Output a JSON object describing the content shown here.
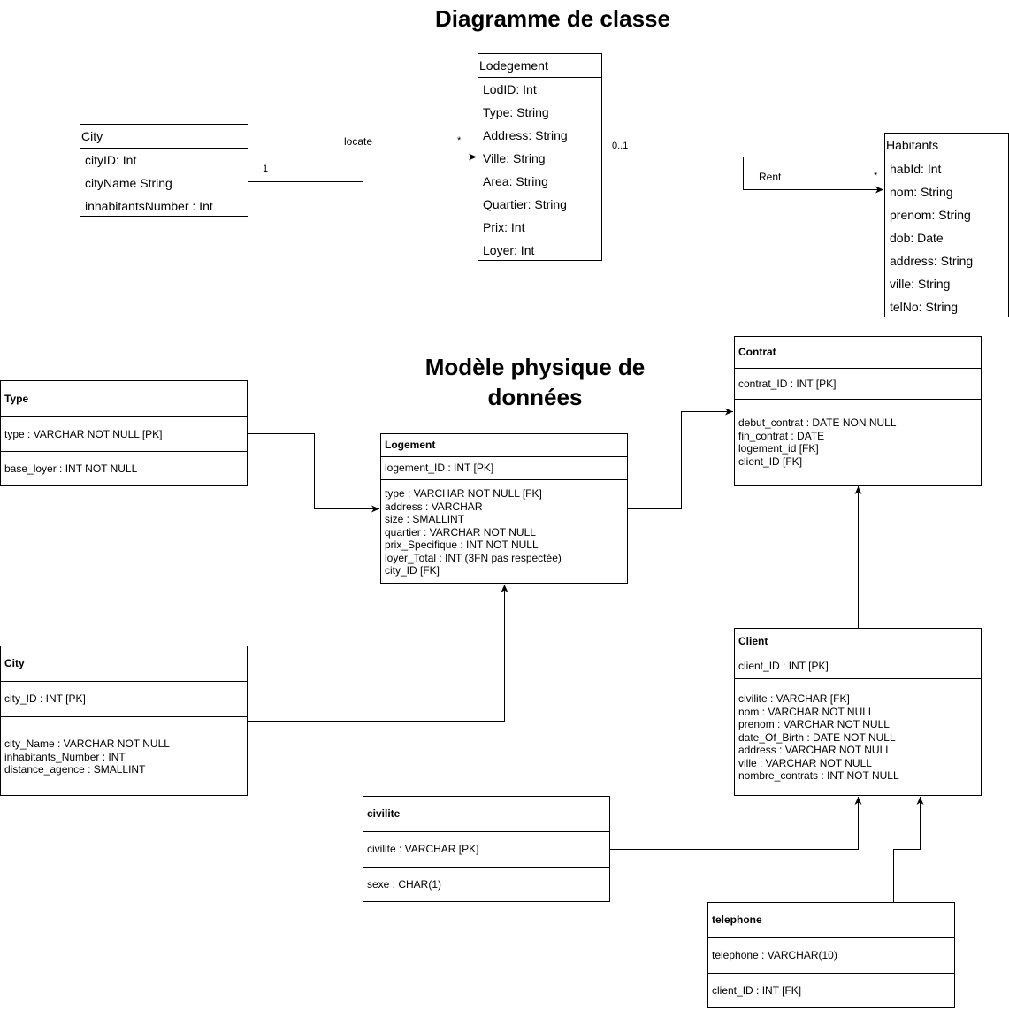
{
  "titles": {
    "class_diagram": "Diagramme de classe",
    "physical_model_line1": "Modèle physique de",
    "physical_model_line2": "données"
  },
  "class_diagram": {
    "city": {
      "name": "City",
      "attributes": [
        "cityID: Int",
        "cityName String",
        "inhabitantsNumber : Int"
      ]
    },
    "lodegement": {
      "name": "Lodegement",
      "attributes": [
        "LodID: Int",
        "Type: String",
        "Address: String",
        "Ville: String",
        "Area: String",
        "Quartier: String",
        "Prix: Int",
        "Loyer: Int"
      ]
    },
    "habitants": {
      "name": "Habitants",
      "attributes": [
        "habId: Int",
        "nom: String",
        "prenom: String",
        "dob: Date",
        "address: String",
        "ville: String",
        "telNo: String"
      ]
    },
    "associations": {
      "locate": {
        "label": "locate",
        "mult_city": "1",
        "mult_lodgement": "*"
      },
      "rent": {
        "label": "Rent",
        "mult_lodgement": "0..1",
        "mult_habitants": "*"
      }
    }
  },
  "physical_model": {
    "type": {
      "name": "Type",
      "pk": "type : VARCHAR NOT NULL [PK]",
      "fields": [
        "base_loyer : INT NOT NULL"
      ]
    },
    "logement": {
      "name": "Logement",
      "pk": "logement_ID : INT  [PK]",
      "fields": [
        "type : VARCHAR NOT NULL [FK]",
        "address : VARCHAR",
        "size : SMALLINT",
        "quartier : VARCHAR NOT NULL",
        "prix_Specifique : INT NOT NULL",
        "loyer_Total : INT (3FN pas respectée)",
        "city_ID [FK]"
      ]
    },
    "contrat": {
      "name": "Contrat",
      "pk": "contrat_ID : INT [PK]",
      "fields": [
        "debut_contrat : DATE NON NULL",
        "fin_contrat : DATE",
        "logement_id [FK]",
        "client_ID [FK]"
      ]
    },
    "city": {
      "name": "City",
      "pk": "city_ID : INT [PK]",
      "fields": [
        "city_Name : VARCHAR NOT NULL",
        "inhabitants_Number : INT",
        "distance_agence : SMALLINT"
      ]
    },
    "client": {
      "name": "Client",
      "pk": "client_ID : INT [PK]",
      "fields": [
        "civilite : VARCHAR [FK]",
        "nom : VARCHAR NOT NULL",
        "prenom : VARCHAR NOT NULL",
        "date_Of_Birth : DATE NOT NULL",
        "address : VARCHAR NOT NULL",
        "ville : VARCHAR NOT NULL",
        "nombre_contrats : INT NOT NULL"
      ]
    },
    "civilite": {
      "name": "civilite",
      "pk": "civilite : VARCHAR [PK]",
      "fields": [
        "sexe : CHAR(1)"
      ]
    },
    "telephone": {
      "name": "telephone",
      "pk": "telephone : VARCHAR(10)",
      "fields": [
        "client_ID : INT [FK]"
      ]
    }
  }
}
